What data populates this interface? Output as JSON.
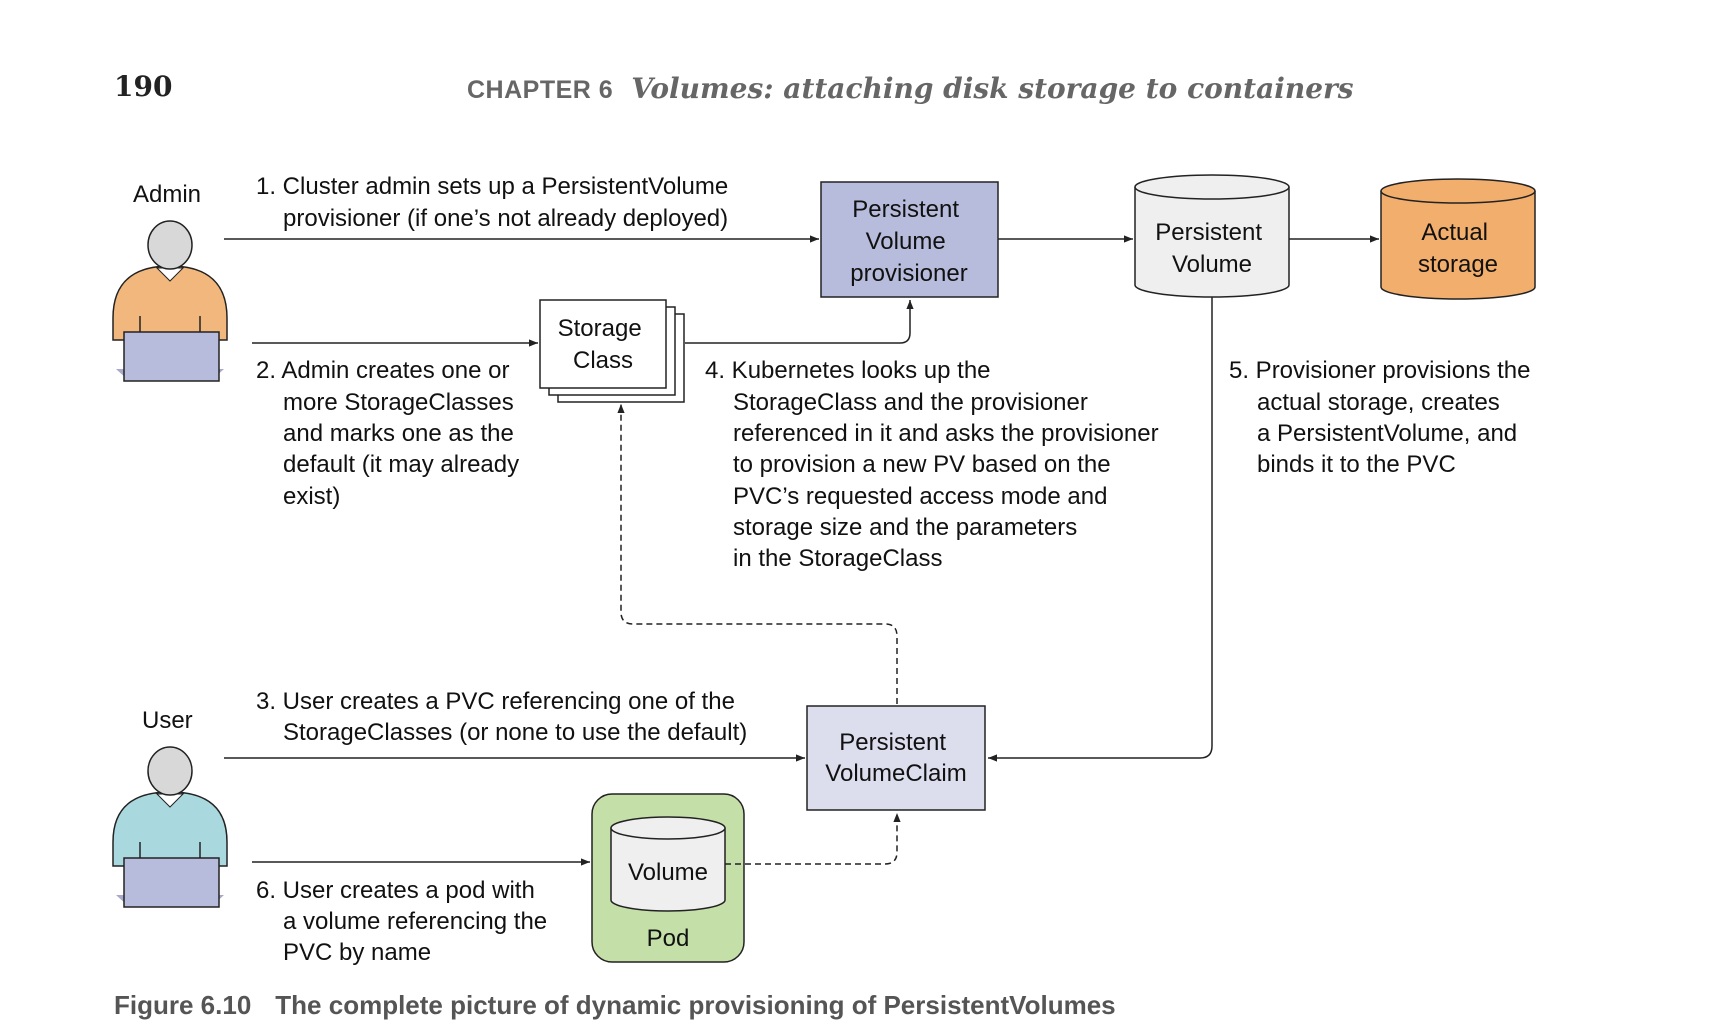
{
  "header": {
    "page_number": "190",
    "chapter_label": "CHAPTER 6",
    "chapter_title": "Volumes: attaching disk storage to containers"
  },
  "actors": {
    "admin_label": "Admin",
    "user_label": "User"
  },
  "nodes": {
    "provisioner": [
      "Persistent",
      "Volume",
      "provisioner"
    ],
    "persistent_volume": [
      "Persistent",
      "Volume"
    ],
    "actual_storage": [
      "Actual",
      "storage"
    ],
    "storage_class": [
      "Storage",
      "Class"
    ],
    "pvc": [
      "Persistent",
      "VolumeClaim"
    ],
    "volume": "Volume",
    "pod": "Pod"
  },
  "steps": {
    "step1": [
      "1. Cluster admin sets up a PersistentVolume",
      "provisioner (if one’s not already deployed)"
    ],
    "step2": [
      "2. Admin creates one or",
      "more StorageClasses",
      "and marks one as the",
      "default (it may already",
      "exist)"
    ],
    "step3": [
      "3. User creates a PVC referencing one of the",
      "StorageClasses (or none to use the default)"
    ],
    "step4": [
      "4. Kubernetes looks up the",
      "StorageClass and the provisioner",
      "referenced in it and asks the provisioner",
      "to provision a new PV based on the",
      "PVC’s requested access mode and",
      "storage size and the parameters",
      "in the StorageClass"
    ],
    "step5": [
      "5. Provisioner provisions the",
      "actual storage, creates",
      "a PersistentVolume, and",
      "binds it to the PVC"
    ],
    "step6": [
      "6. User creates a pod with",
      "a volume referencing the",
      "PVC by name"
    ]
  },
  "caption": {
    "label": "Figure 6.10",
    "title": "The complete picture of dynamic provisioning of PersistentVolumes"
  },
  "colors": {
    "provisioner_fill": "#b8bcdc",
    "pv_fill": "#efefef",
    "storage_fill": "#f2ae6c",
    "pvc_fill": "#dcdeee",
    "pod_fill": "#c5dfa8",
    "admin_shirt": "#f2b77c",
    "user_shirt": "#a9d8df",
    "laptop": "#b8bcdc"
  }
}
